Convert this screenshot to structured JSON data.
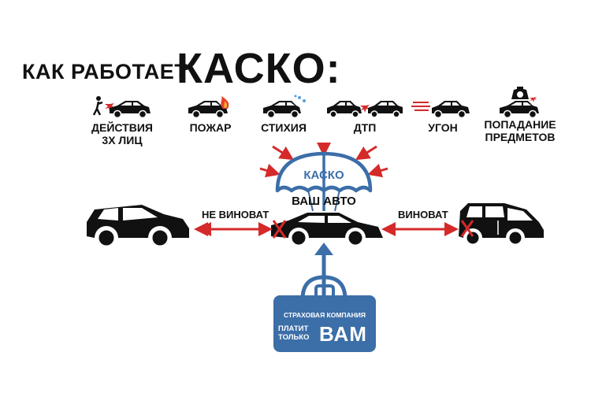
{
  "title": {
    "prefix": "КАК РАБОТАЕТ",
    "main": "КАСКО:"
  },
  "risks": [
    {
      "label": "ДЕЙСТВИЯ\n3Х ЛИЦ",
      "icon": "vandal-car-icon"
    },
    {
      "label": "ПОЖАР",
      "icon": "fire-car-icon"
    },
    {
      "label": "СТИХИЯ",
      "icon": "weather-car-icon"
    },
    {
      "label": "ДТП",
      "icon": "crash-cars-icon"
    },
    {
      "label": "УГОН",
      "icon": "theft-car-icon"
    },
    {
      "label": "ПОПАДАНИЕ\nПРЕДМЕТОВ",
      "icon": "falling-object-car-icon"
    }
  ],
  "umbrella": {
    "label": "КАСКО",
    "car_label": "ВАШ АВТО"
  },
  "left_party": {
    "label": "НЕ ВИНОВАТ"
  },
  "right_party": {
    "label": "ВИНОВАТ"
  },
  "insurer": {
    "line1": "СТРАХОВАЯ КОМПАНИЯ",
    "line2": "ПЛАТИТ\nТОЛЬКО",
    "line3": "ВАМ"
  },
  "colors": {
    "arrow": "#d42a2a",
    "blue": "#3c6ea8",
    "car": "#111111"
  }
}
